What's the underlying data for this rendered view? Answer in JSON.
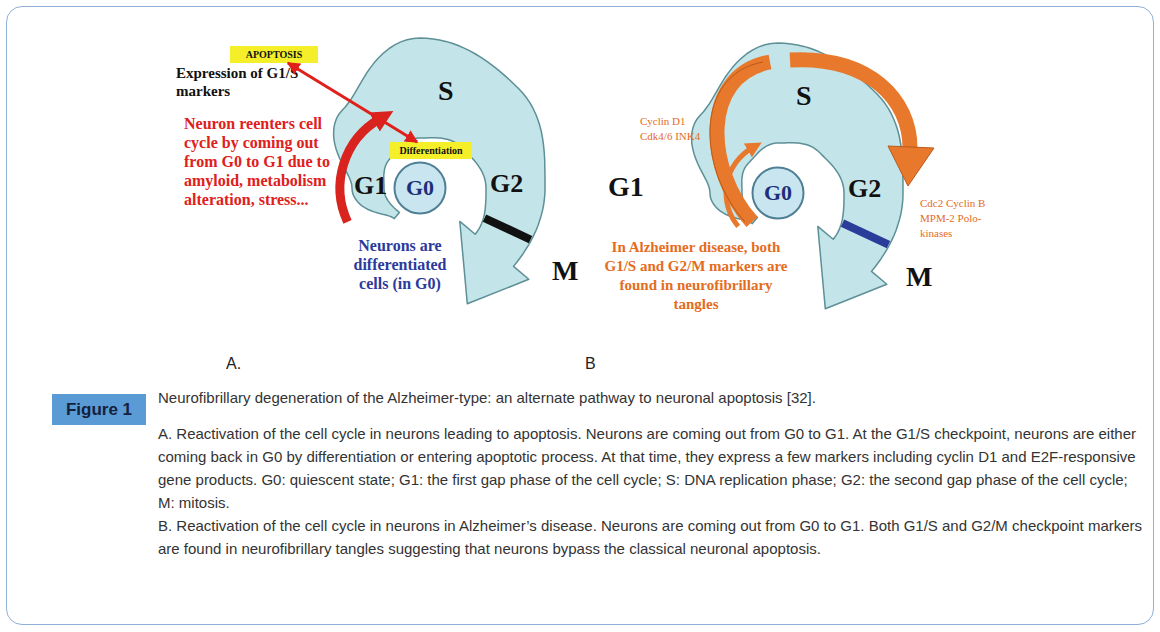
{
  "diagram": {
    "title": "Figure 1",
    "caption": "Neurofibrillary degeneration of the Alzheimer-type: an alternate pathway to neuronal apoptosis [32].",
    "nodes": [
      {
        "text": [
          "APOPTOSIS"
        ]
      },
      {
        "text": [
          "Differentiation"
        ]
      },
      {
        "text": [
          "G0"
        ]
      },
      {
        "text": [
          "G0"
        ]
      }
    ],
    "edges": [
      {
        "from": 0,
        "to": 1,
        "arrow": "both"
      }
    ],
    "labels": [
      "Expression of G1/S markers",
      "Neuron reenters cell cycle by coming out from G0 to G1 due to amyloid, metabolism alteration, stress...",
      "S",
      "G1",
      "G2",
      "M",
      "Neurons are differentiated cells (in G0)",
      "A.",
      "Cyclin D1 Cdk4/6 INK4",
      "S",
      "G1",
      "G2",
      "M",
      "Cdc2 Cyclin B MPM-2 Polo-kinases",
      "In Alzheimer disease, both G1/S and G2/M markers are found in neurofibrillary tangles",
      "B",
      "A. Reactivation of the cell cycle in neurons leading to apoptosis. Neurons are coming out from G0 to G1. At the G1/S checkpoint, neurons are either coming back in G0 by differentiation or entering apoptotic process. At that time, they express a few markers including cyclin D1 and E2F-responsive gene products. G0: quiescent state; G1: the first gap phase of the cell cycle; S: DNA replication phase; G2: the second gap phase of the cell cycle; M: mitosis.",
      "B. Reactivation of the cell cycle in neurons in Alzheimer’s disease. Neurons are coming out from G0 to G1. Both G1/S and G2/M checkpoint markers are found in neurofibrillary tangles suggesting that neurons bypass the classical neuronal apoptosis."
    ]
  }
}
